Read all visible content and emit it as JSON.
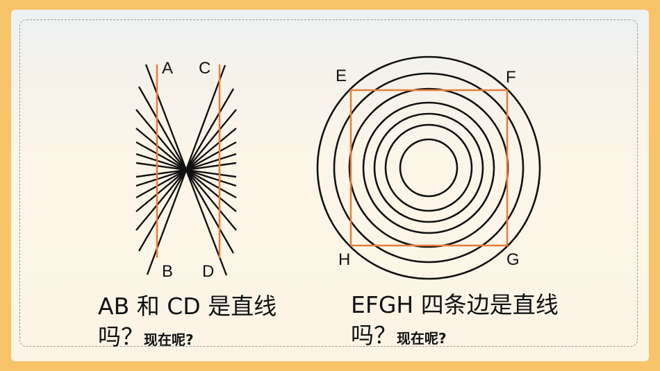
{
  "left": {
    "labels": {
      "a": "A",
      "b": "B",
      "c": "C",
      "d": "D"
    },
    "question_line1": "AB 和 CD 是直线",
    "question_line2_big": "吗？",
    "question_line2_small": "现在呢?"
  },
  "right": {
    "labels": {
      "e": "E",
      "f": "F",
      "g": "G",
      "h": "H"
    },
    "question_line1": "EFGH 四条边是直线",
    "question_line2_big": "吗？",
    "question_line2_small": "现在呢?"
  },
  "colors": {
    "accent": "#e67e3b",
    "ink": "#111111",
    "frame": "#f9c36a"
  }
}
